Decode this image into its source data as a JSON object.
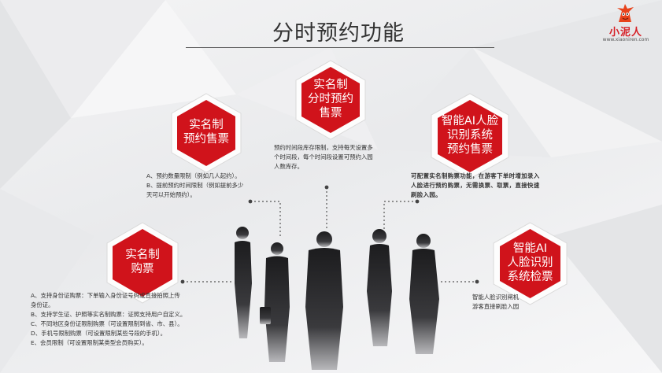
{
  "title": "分时预约功能",
  "logo": {
    "name": "小泥人",
    "url": "www.xiaoniren.com"
  },
  "hexagons": [
    {
      "label": "实名制\n分时预约\n售票"
    },
    {
      "label": "实名制\n预约售票"
    },
    {
      "label": "智能AI人脸\n识别系统\n预约售票"
    },
    {
      "label": "实名制\n购票"
    },
    {
      "label": "智能AI\n人脸识别\n系统检票"
    }
  ],
  "texts": {
    "center": "预约时间段库存限制，支持每天设置多\n个时间段，每个时间段设置可预约入园\n人数库存。",
    "left_top": "A、预约数量限制（例如几人起约）。\nB、提前预约时间限制（例如提前多少\n天可以开始预约）。",
    "right_top": "可配置实名制购票功能，在游客下单时增加录入\n人脸进行预约购票，无需换票、取票，直接快速\n刷脸入园。",
    "left_bottom": "A、支持身份证购票：下单输入身份证号码或直接拍照上传\n身份证。\nB、支持学生证、护照等实名制购票：证照支持用户自定义。\nC、不同地区身份证限制购票（可设置限制到省、市、县）。\nD、手机号限制购票（可设置限制某些号段的手机）。\nE、会员限制（可设置限制某类型会员购买）。",
    "right_bottom": "智能人脸识别闸机\n游客直接刷脸入园"
  },
  "colors": {
    "accent": "#d0131b",
    "accent_dark": "#8e0a10"
  }
}
